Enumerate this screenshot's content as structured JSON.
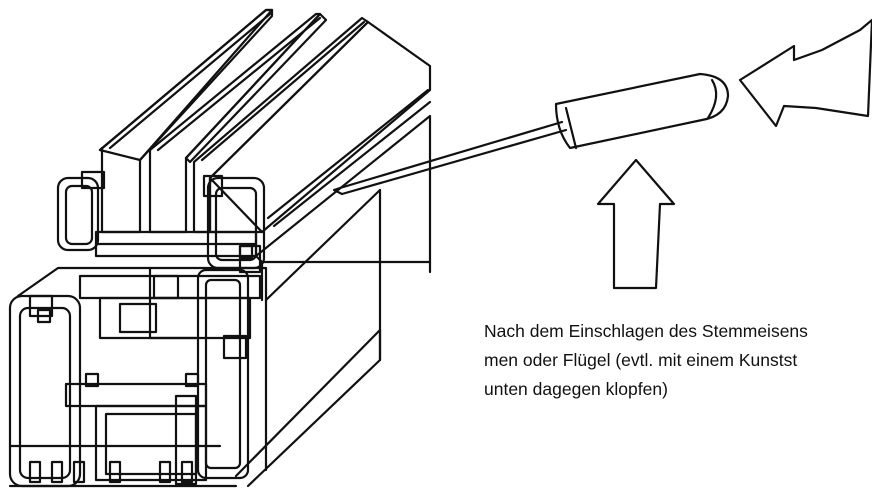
{
  "caption": {
    "lines": [
      "Nach dem Einschlagen des Stemmeisens",
      "men oder Flügel (evtl. mit einem Kunstst",
      "unten dagegen klopfen)"
    ]
  },
  "colors": {
    "line": "#111111",
    "background": "#ffffff"
  },
  "icons": {
    "arrow_right": "push-arrow-icon",
    "arrow_up": "push-arrow-up-icon"
  }
}
